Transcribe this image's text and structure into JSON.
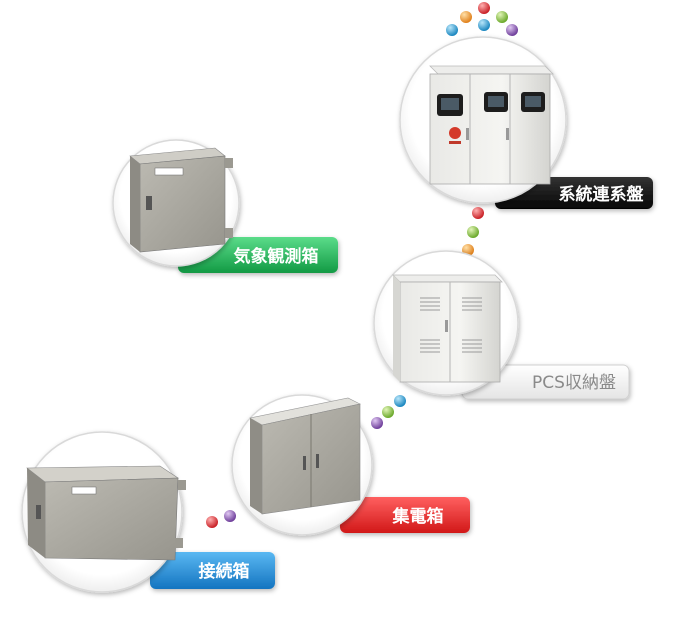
{
  "labels": {
    "grid_interconnection_panel": "系統連系盤",
    "weather_observation_box": "気象観測箱",
    "pcs_enclosure_panel": "PCS収納盤",
    "collection_box": "集電箱",
    "junction_box": "接続箱"
  },
  "colors": {
    "black_label": "#111111",
    "green_label": "#22b45a",
    "gray_label": "#f2f2f2",
    "gray_label_text": "#8a8a8a",
    "red_label": "#e32b2b",
    "blue_label": "#1f8fd6",
    "dot_red": "#e0393d",
    "dot_orange": "#f39a2b",
    "dot_green": "#8cc63f",
    "dot_blue": "#2aa5d9",
    "dot_purple": "#8e5bb5"
  }
}
